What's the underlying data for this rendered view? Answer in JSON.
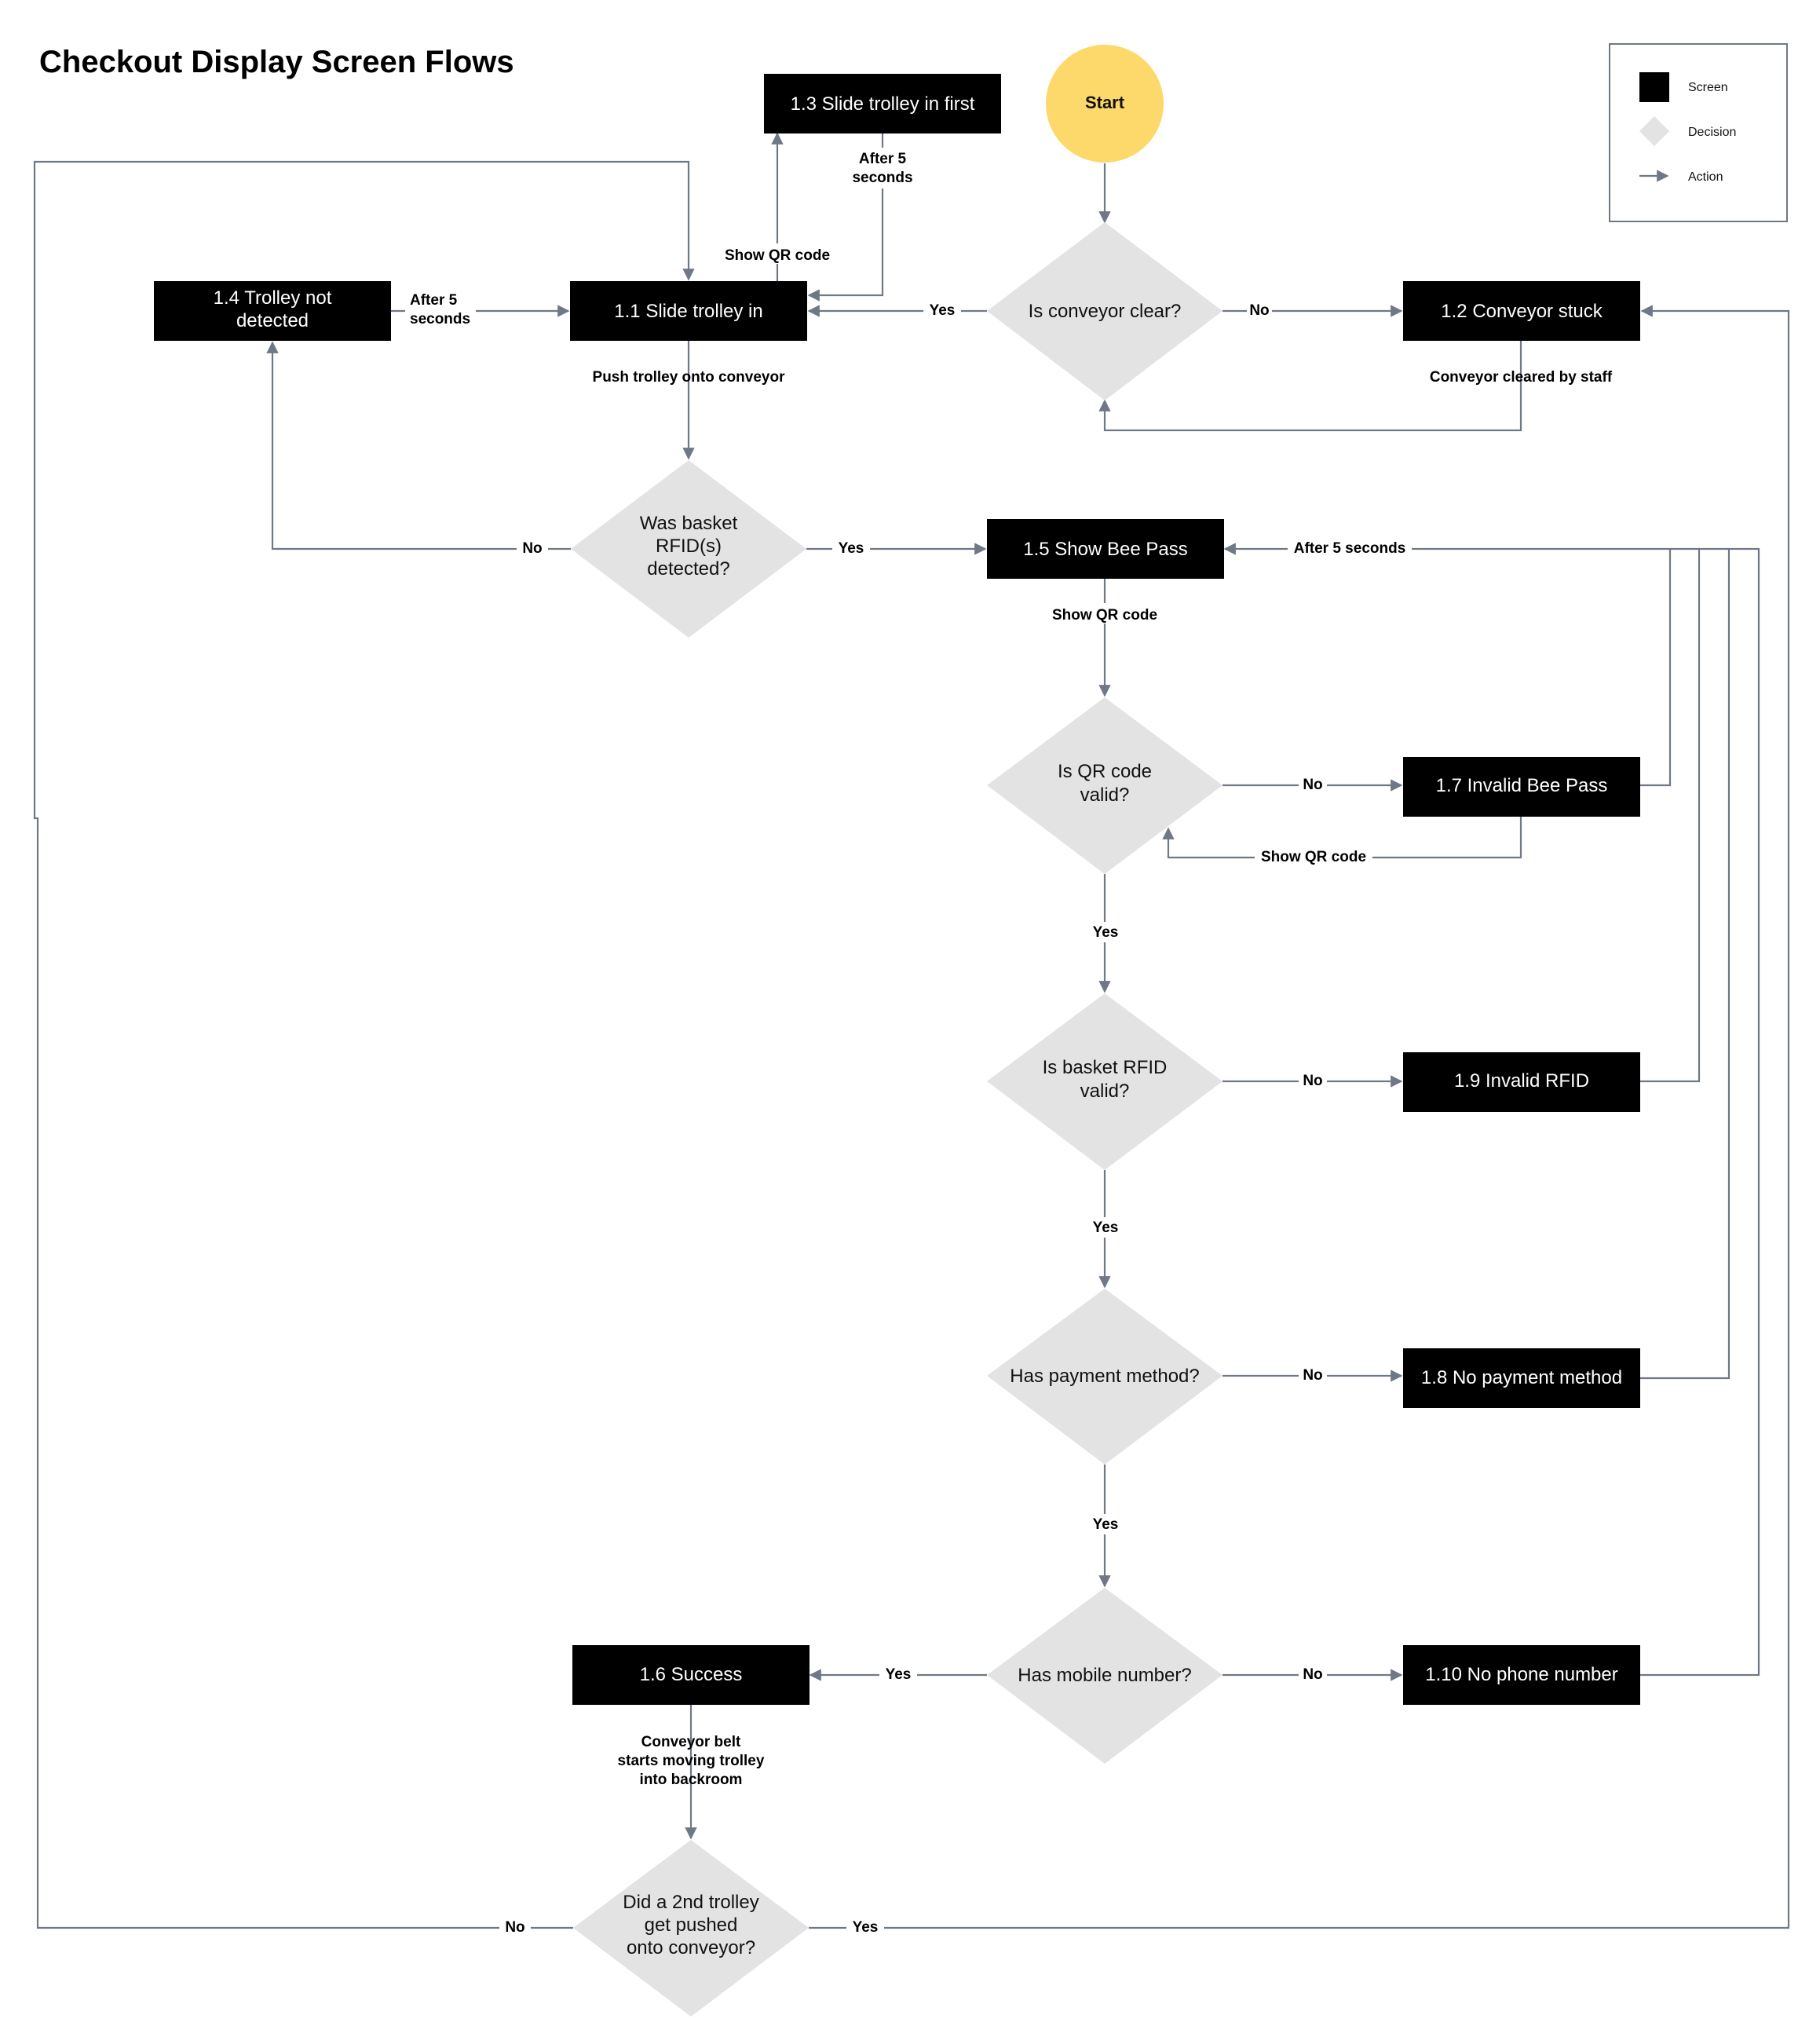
{
  "title": "Checkout Display Screen Flows",
  "legend": {
    "screen": "Screen",
    "decision": "Decision",
    "action": "Action"
  },
  "colors": {
    "screen": "#000000",
    "decision": "#e3e3e3",
    "start": "#fdd86a",
    "edge": "#6f7886"
  },
  "nodes": {
    "start": "Start",
    "conveyor_clear": "Is conveyor clear?",
    "slide_trolley_in": "1.1 Slide trolley in",
    "conveyor_stuck": "1.2 Conveyor stuck",
    "slide_trolley_first": "1.3 Slide trolley in first",
    "trolley_not_detected": "1.4 Trolley not detected",
    "rfid_detected": "Was basket RFID(s) detected?",
    "show_bee_pass": "1.5 Show Bee Pass",
    "qr_valid": "Is QR code valid?",
    "invalid_bee_pass": "1.7 Invalid Bee Pass",
    "rfid_valid": "Is basket RFID valid?",
    "invalid_rfid": "1.9 Invalid RFID",
    "has_payment": "Has payment method?",
    "no_payment": "1.8 No payment method",
    "has_mobile": "Has mobile number?",
    "no_phone": "1.10 No phone number",
    "success": "1.6 Success",
    "second_trolley": "Did a 2nd trolley get pushed onto conveyor?"
  },
  "edge_labels": {
    "clear_yes": "Yes",
    "clear_no": "No",
    "show_qr_top": "Show QR code",
    "after5_top": "After 5 seconds",
    "after5_left": "After 5 seconds",
    "push_trolley": "Push trolley onto conveyor",
    "cleared_by_staff": "Conveyor cleared by staff",
    "rfid_no": "No",
    "rfid_yes": "Yes",
    "after5_bee": "After 5 seconds",
    "show_qr_bee": "Show QR code",
    "qr_no": "No",
    "show_qr_invalid": "Show QR code",
    "qr_yes": "Yes",
    "rfid_valid_no": "No",
    "rfid_valid_yes": "Yes",
    "payment_no": "No",
    "payment_yes": "Yes",
    "mobile_yes": "Yes",
    "mobile_no": "No",
    "conveyor_moving": "Conveyor belt starts moving trolley into backroom",
    "second_no": "No",
    "second_yes": "Yes"
  }
}
